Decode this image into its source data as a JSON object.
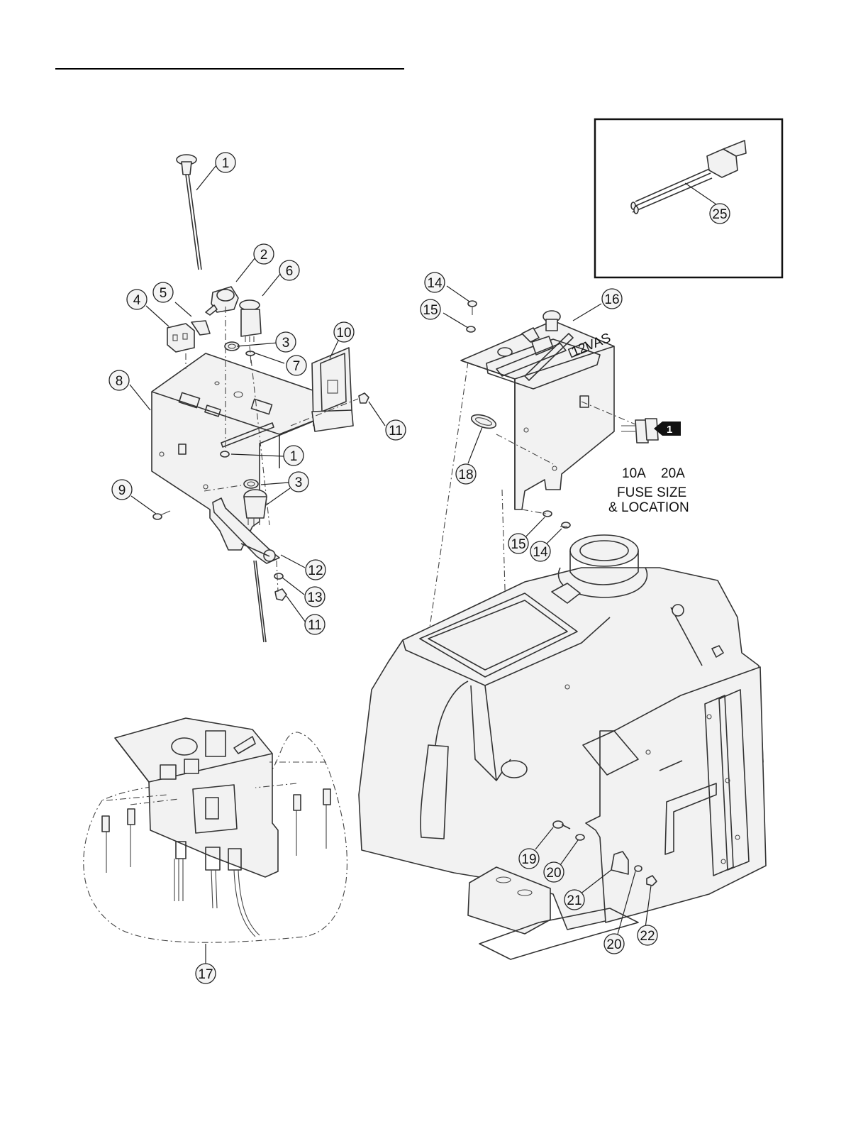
{
  "callouts": [
    {
      "label": "1"
    },
    {
      "label": "2"
    },
    {
      "label": "6"
    },
    {
      "label": "4"
    },
    {
      "label": "5"
    },
    {
      "label": "3"
    },
    {
      "label": "7"
    },
    {
      "label": "8"
    },
    {
      "label": "10"
    },
    {
      "label": "11"
    },
    {
      "label": "1"
    },
    {
      "label": "3"
    },
    {
      "label": "9"
    },
    {
      "label": "12"
    },
    {
      "label": "13"
    },
    {
      "label": "11"
    },
    {
      "label": "17"
    },
    {
      "label": "14"
    },
    {
      "label": "15"
    },
    {
      "label": "16"
    },
    {
      "label": "18"
    },
    {
      "label": "15"
    },
    {
      "label": "14"
    },
    {
      "label": "19"
    },
    {
      "label": "20"
    },
    {
      "label": "21"
    },
    {
      "label": "20"
    },
    {
      "label": "22"
    },
    {
      "label": "25"
    }
  ],
  "fuse_note": {
    "flag_label": "1",
    "fuse_a": "10A",
    "fuse_b": "20A",
    "caption_line1": "FUSE SIZE",
    "caption_line2": "& LOCATION"
  },
  "panel_label": "12VAS",
  "colors": {
    "line": "#333333",
    "fill": "#f2f2f2",
    "flag": "#111111"
  }
}
